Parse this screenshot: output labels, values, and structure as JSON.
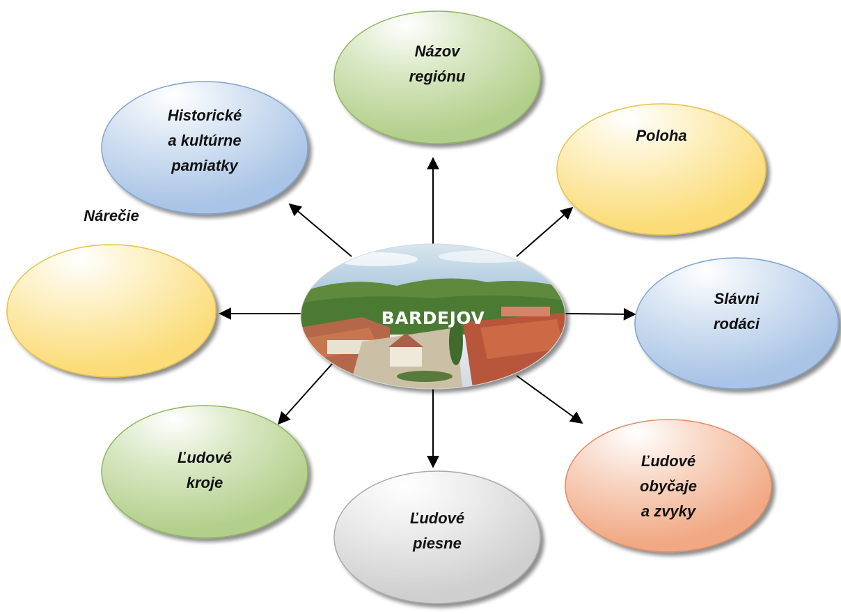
{
  "center": {
    "label": "BARDEJOV"
  },
  "nodes": [
    {
      "id": "nazov-regionu",
      "lines": [
        "Názov",
        "regiónu"
      ],
      "color": "green"
    },
    {
      "id": "poloha",
      "lines": [
        "Poloha"
      ],
      "color": "yellow"
    },
    {
      "id": "slavni-rodaci",
      "lines": [
        "Slávni",
        "rodáci"
      ],
      "color": "blue"
    },
    {
      "id": "ludove-obycaje",
      "lines": [
        "Ľudové",
        "obyčaje",
        "a zvyky"
      ],
      "color": "orange"
    },
    {
      "id": "ludove-piesne",
      "lines": [
        "Ľudové",
        "piesne"
      ],
      "color": "gray"
    },
    {
      "id": "ludove-kroje",
      "lines": [
        "Ľudové",
        "kroje"
      ],
      "color": "green"
    },
    {
      "id": "narecie",
      "lines": [
        "Nárečie"
      ],
      "color": "yellow"
    },
    {
      "id": "historicke-pamiatky",
      "lines": [
        "Historické",
        "a kultúrne",
        "pamiatky"
      ],
      "color": "blue"
    }
  ],
  "colors": {
    "green": [
      "#ffffff",
      "#d9e8c4",
      "#b3cf8c",
      "#8fb560"
    ],
    "yellow": [
      "#ffffff",
      "#fdf0c2",
      "#fbdc78",
      "#e9c04a"
    ],
    "blue": [
      "#ffffff",
      "#d7e4f3",
      "#a9c4e6",
      "#7fa3d0"
    ],
    "orange": [
      "#ffffff",
      "#f8d7c5",
      "#f1a884",
      "#e08a62"
    ],
    "gray": [
      "#ffffff",
      "#ececec",
      "#cfcfcf",
      "#a8a8a8"
    ]
  }
}
